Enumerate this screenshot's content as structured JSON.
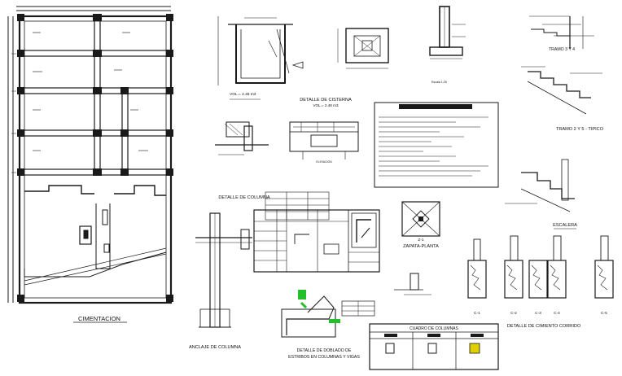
{
  "sheet": {
    "plan_title": "CIMENTACION",
    "cistern_title": "DETALLE DE CISTERNA",
    "cistern_vol": "VOL.= 2.48 m3",
    "cistern_vol_small": "VOL.= 2.48 m3",
    "tramo_1": "TRAMO 3 Y 4",
    "tramo_2": "TRAMO 2 Y 5 - TIPICO",
    "escalera": "ESCALERA",
    "columna_detail": "DETALLE DE COLUMNA",
    "zapata": "ZAPATA-PLANTA",
    "zapata_tag": "Z-1",
    "cimiento_title": "DETALLE DE CIMIENTO CORRIDO",
    "anclaje_title": "ANCLAJE DE COLUMNA",
    "doblado_line1": "DETALLE DE DOBLADO DE",
    "doblado_line2": "ESTRIBOS EN COLUMNAS Y VIGAS",
    "cuadro_title": "CUADRO DE COLUMNAS",
    "escala_note": "Escala 1:25",
    "elevacion": "ELEVACION",
    "cimiento_tags": [
      "C-1",
      "C-2",
      "C-3",
      "C-4",
      "C-5"
    ]
  },
  "colors": {
    "ink": "#1a1a1a",
    "highlight": "#22c02a",
    "highlight2": "#e0d000",
    "background": "#ffffff"
  }
}
